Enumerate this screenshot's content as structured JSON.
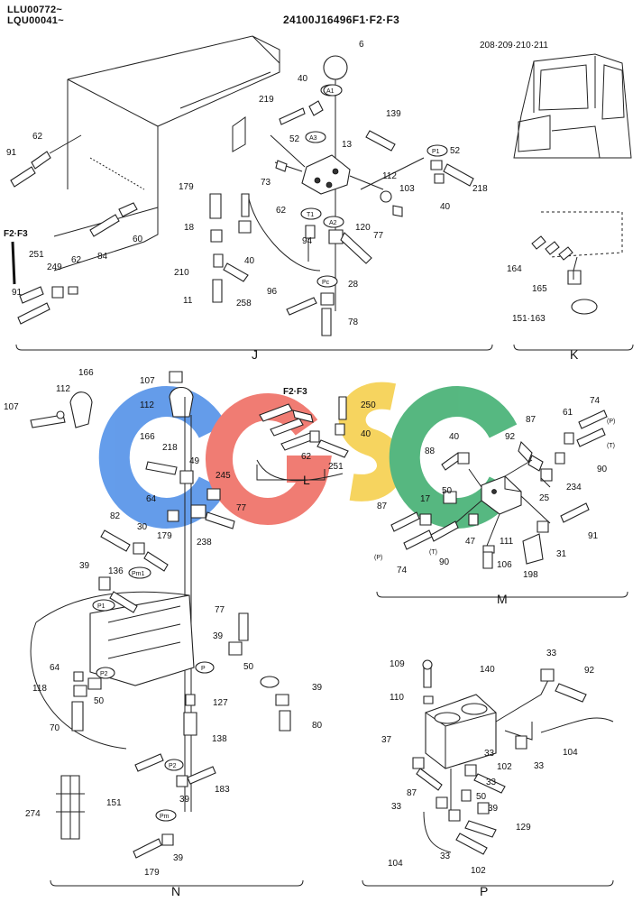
{
  "header": {
    "serial_line_1": "LLU00772~",
    "serial_line_2": "LQU00041~",
    "part_code": "24100J16496F1·F2·F3"
  },
  "watermark": {
    "letters": [
      "C",
      "G",
      "S",
      "C"
    ],
    "colors": [
      "#4f8fe8",
      "#ef6b60",
      "#f5cf4a",
      "#3fae6f"
    ]
  },
  "sections": {
    "J": {
      "label": "J",
      "note": "F2·F3",
      "callouts": [
        "6",
        "40",
        "A1",
        "219",
        "52",
        "A3",
        "139",
        "13",
        "P1",
        "52",
        "91",
        "62",
        "73",
        "112",
        "103",
        "218",
        "40",
        "179",
        "62",
        "T1",
        "A2",
        "120",
        "77",
        "F2·F3",
        "18",
        "40",
        "94",
        "251",
        "249",
        "62",
        "210",
        "84",
        "60",
        "91",
        "11",
        "258",
        "28",
        "Pc",
        "96",
        "78"
      ]
    },
    "K": {
      "label": "K",
      "callouts": [
        "208·209·210·211",
        "164",
        "165",
        "151·163"
      ]
    },
    "L": {
      "label": "L",
      "note": "F2·F3",
      "callouts": [
        "250",
        "40",
        "62",
        "251"
      ]
    },
    "M": {
      "label": "M",
      "callouts": [
        "74",
        "(P)",
        "87",
        "61",
        "(T)",
        "92",
        "90",
        "88",
        "40",
        "234",
        "25",
        "50",
        "17",
        "87",
        "91",
        "47",
        "111",
        "31",
        "(P)",
        "(T)",
        "74",
        "90",
        "106",
        "198"
      ]
    },
    "N": {
      "label": "N",
      "callouts": [
        "107",
        "112",
        "166",
        "107",
        "112",
        "166",
        "218",
        "49",
        "245",
        "64",
        "77",
        "238",
        "82",
        "30",
        "179",
        "39",
        "136",
        "Pm1",
        "P1",
        "77",
        "39",
        "50",
        "64",
        "P2",
        "118",
        "50",
        "70",
        "P",
        "127",
        "39",
        "80",
        "138",
        "P2",
        "39",
        "183",
        "274",
        "151",
        "Pm",
        "179",
        "39"
      ]
    },
    "P": {
      "label": "P",
      "callouts": [
        "33",
        "109",
        "140",
        "92",
        "110",
        "37",
        "104",
        "33",
        "33",
        "102",
        "50",
        "33",
        "87",
        "39",
        "33",
        "129",
        "104",
        "33",
        "102"
      ]
    }
  }
}
